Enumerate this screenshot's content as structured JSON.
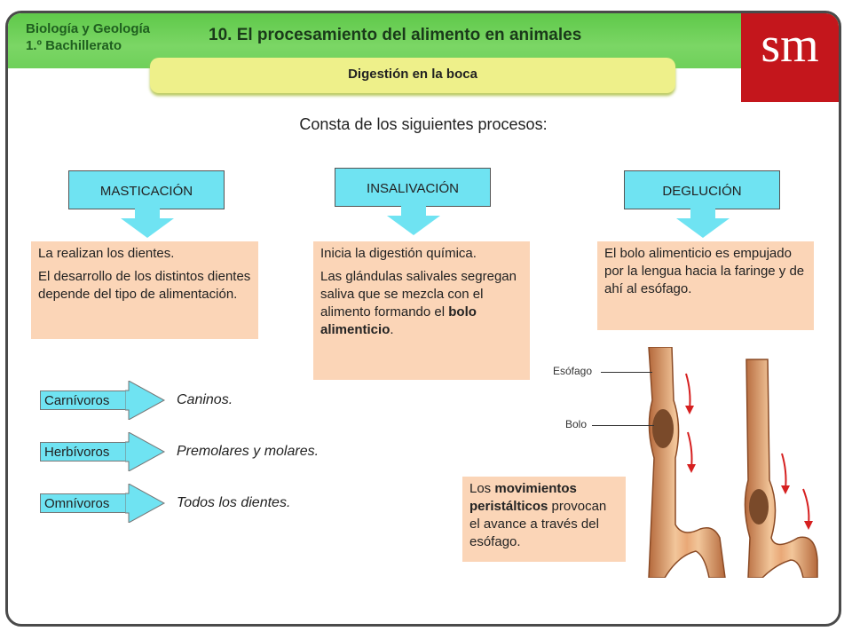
{
  "header": {
    "subject_line1": "Biología y Geología",
    "subject_line2": "1.º Bachillerato",
    "unit_title": "10. El procesamiento del alimento en animales",
    "section": "Digestión en la boca",
    "logo": "sm"
  },
  "intro": "Consta de los siguientes procesos:",
  "processes": [
    {
      "title": "MASTICACIÓN",
      "paragraphs": [
        "La realizan los dientes.",
        "El desarrollo de los distintos dientes depende del tipo de alimentación."
      ]
    },
    {
      "title": "INSALIVACIÓN",
      "paragraphs": [
        "Inicia la digestión química.",
        "Las glándulas salivales segregan saliva que se mezcla con el alimento formando el ",
        "bolo alimenticio",
        "."
      ]
    },
    {
      "title": "DEGLUCIÓN",
      "paragraphs": [
        "El bolo alimenticio es empujado por la lengua hacia la faringe y de ahí al esófago."
      ]
    }
  ],
  "diets": [
    {
      "label": "Carnívoros",
      "teeth": "Caninos."
    },
    {
      "label": "Herbívoros",
      "teeth": "Premolares y molares."
    },
    {
      "label": "Omnívoros",
      "teeth": "Todos los dientes."
    }
  ],
  "figure": {
    "label_esofago": "Esófago",
    "label_bolo": "Bolo",
    "caption_pre": "Los ",
    "caption_bold": "movimientos peristálticos",
    "caption_post": " provocan el avance a través del esófago."
  },
  "colors": {
    "header_green": "#6fd05a",
    "brand_red": "#c4161c",
    "cyan": "#6fe3f2",
    "peach": "#fbd5b7",
    "tab_yellow": "#eef08a"
  }
}
